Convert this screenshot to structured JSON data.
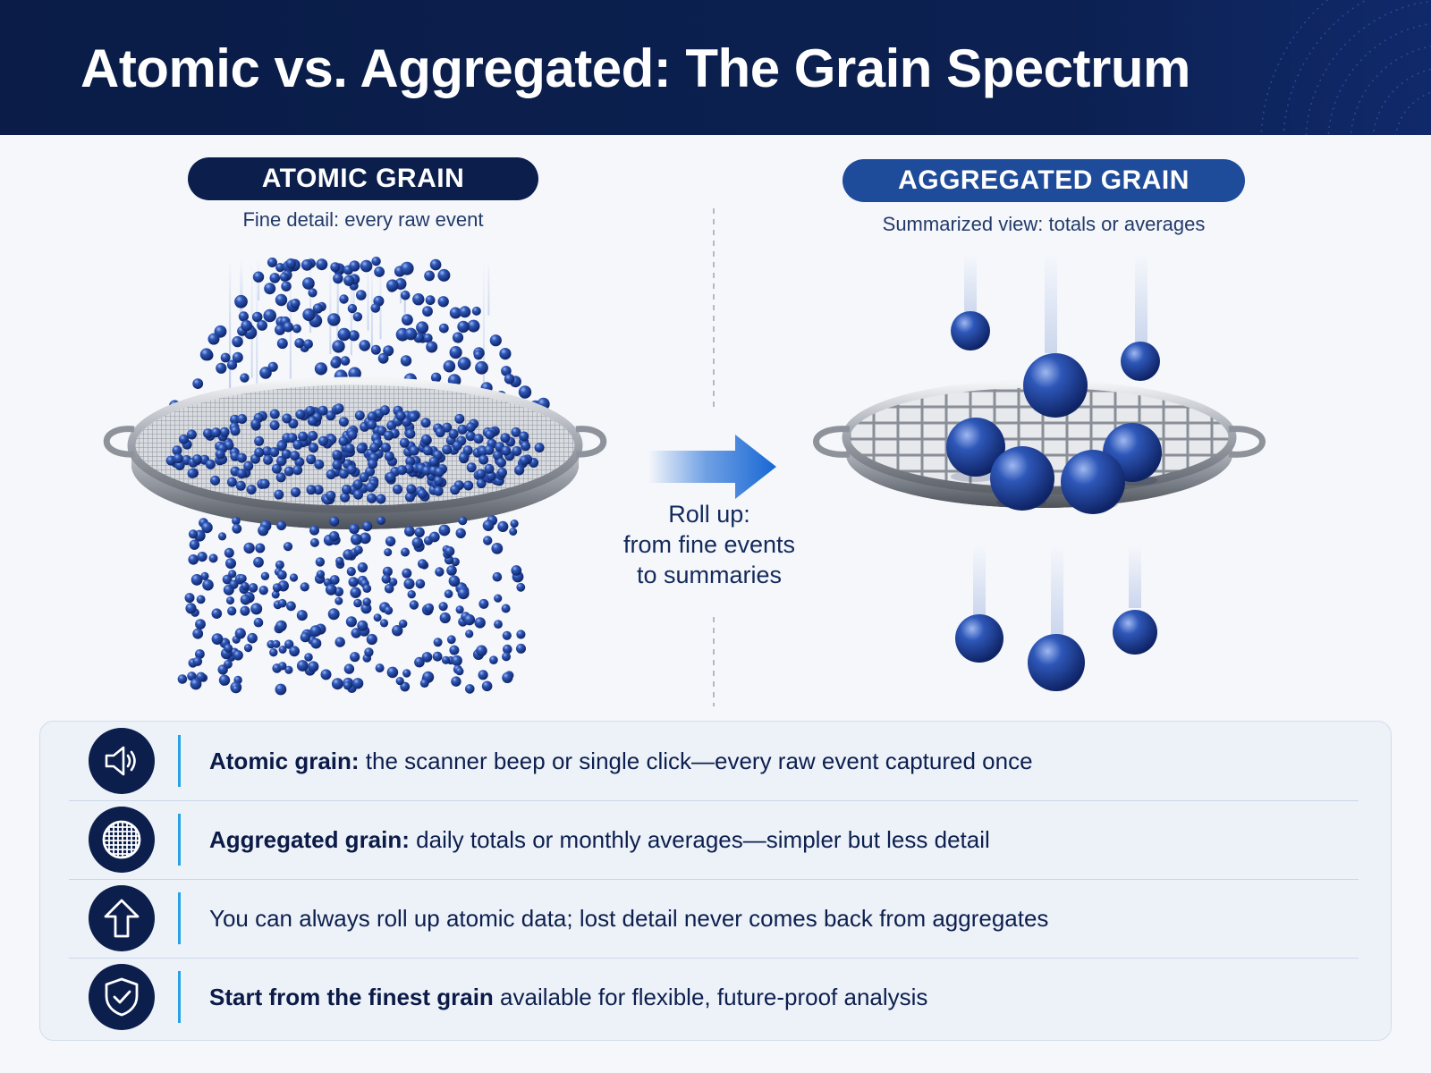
{
  "header": {
    "title": "Atomic vs. Aggregated: The Grain Spectrum"
  },
  "atomic": {
    "label": "ATOMIC GRAIN",
    "caption": "Fine detail: every raw event"
  },
  "aggregated": {
    "label": "AGGREGATED GRAIN",
    "caption": "Summarized view: totals or averages"
  },
  "rollup": {
    "line1": "Roll up:",
    "line2": "from fine events",
    "line3": "to summaries"
  },
  "rows": [
    {
      "icon": "speaker-icon",
      "bold": "Atomic grain:",
      "text": " the scanner beep or single click—every raw event captured once"
    },
    {
      "icon": "mesh-grid-icon",
      "bold": "Aggregated grain:",
      "text": " daily totals or monthly averages—simpler but less detail"
    },
    {
      "icon": "up-arrow-icon",
      "bold": "",
      "text": "You can always roll up atomic data; lost detail never comes back from aggregates"
    },
    {
      "icon": "shield-check-icon",
      "bold": "Start from the finest grain",
      "text": " available for flexible, future-proof analysis"
    }
  ],
  "colors": {
    "navy": "#0b1e4c",
    "accent_blue": "#1f4c9a",
    "bead_blue": "#1d3f9a",
    "divider_cyan": "#29a2e3",
    "arrow_blue": "#1767d4"
  }
}
